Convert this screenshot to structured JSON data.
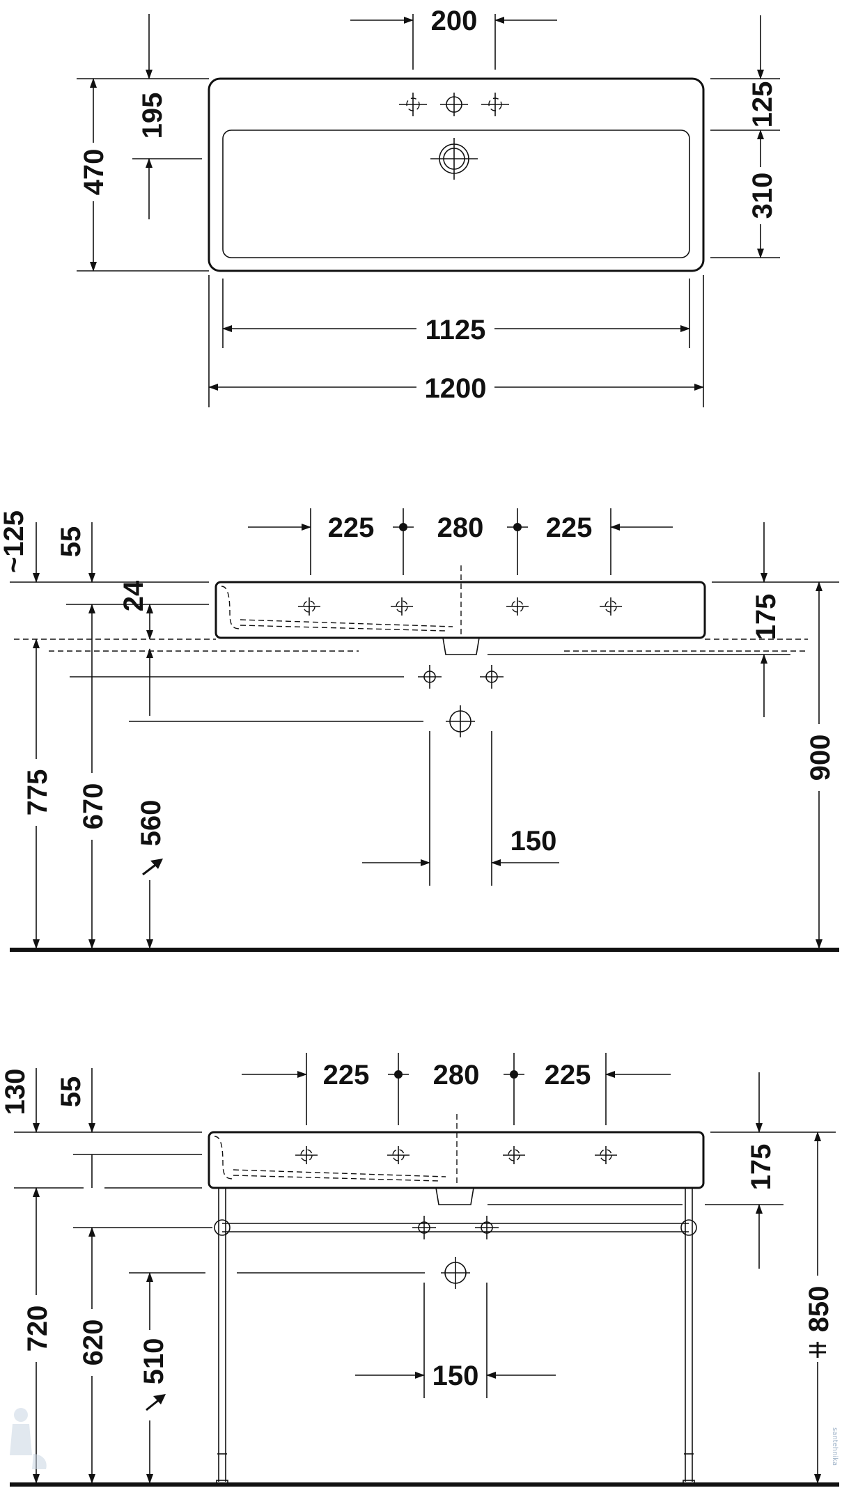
{
  "top_view": {
    "tap_spacing": "200",
    "overall_depth": "470",
    "tap_hole_offset": "195",
    "rim_to_bowl": "125",
    "bowl_depth": "310",
    "bowl_width": "1125",
    "overall_width": "1200"
  },
  "wall_view": {
    "left_offset": "225",
    "center_spacing": "280",
    "right_offset": "225",
    "rim_offset": "~125",
    "rim_lip": "55",
    "shelf_height": "24",
    "basin_height": "175",
    "mount_height": "900",
    "drain_height": "775",
    "supply_height": "670",
    "waste_height": "560",
    "waste_spacing": "150"
  },
  "stand_view": {
    "left_offset": "225",
    "center_spacing": "280",
    "right_offset": "225",
    "rim_offset": "130",
    "rim_lip": "55",
    "basin_height": "175",
    "total_height": "850",
    "drain_height": "720",
    "supply_height": "620",
    "waste_height": "510",
    "waste_spacing": "150"
  },
  "watermark": "santehnika"
}
